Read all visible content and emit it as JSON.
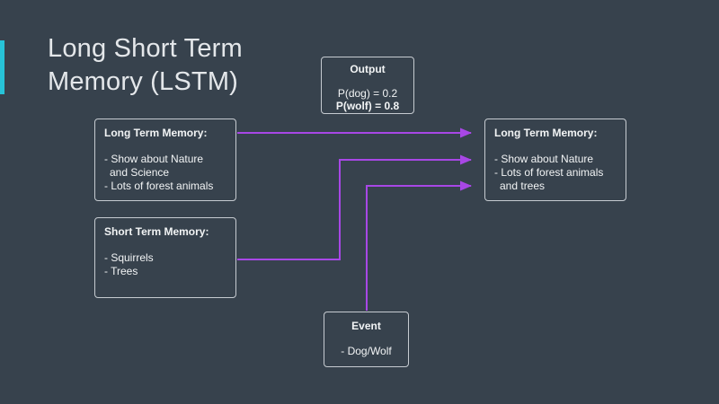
{
  "slide": {
    "title_line1": "Long Short Term",
    "title_line2": "Memory (LSTM)",
    "background_color": "#37424d",
    "accent_bar_color": "#27c3d8",
    "arrow_color": "#a847e6",
    "box_border_color": "#c6cbd1",
    "text_color": "#f2f4f5"
  },
  "boxes": {
    "output": {
      "title": "Output",
      "lines": [
        "P(dog) = 0.2",
        "P(wolf) = 0.8"
      ]
    },
    "ltm_left": {
      "title": "Long Term Memory:",
      "lines": [
        "- Show about Nature",
        "and Science",
        "- Lots of forest animals"
      ]
    },
    "stm": {
      "title": "Short Term Memory:",
      "lines": [
        "- Squirrels",
        "- Trees"
      ]
    },
    "ltm_right": {
      "title": "Long Term Memory:",
      "lines": [
        "- Show about Nature",
        "- Lots of forest animals",
        "and trees"
      ]
    },
    "event": {
      "title": "Event",
      "lines": [
        "- Dog/Wolf"
      ]
    }
  }
}
